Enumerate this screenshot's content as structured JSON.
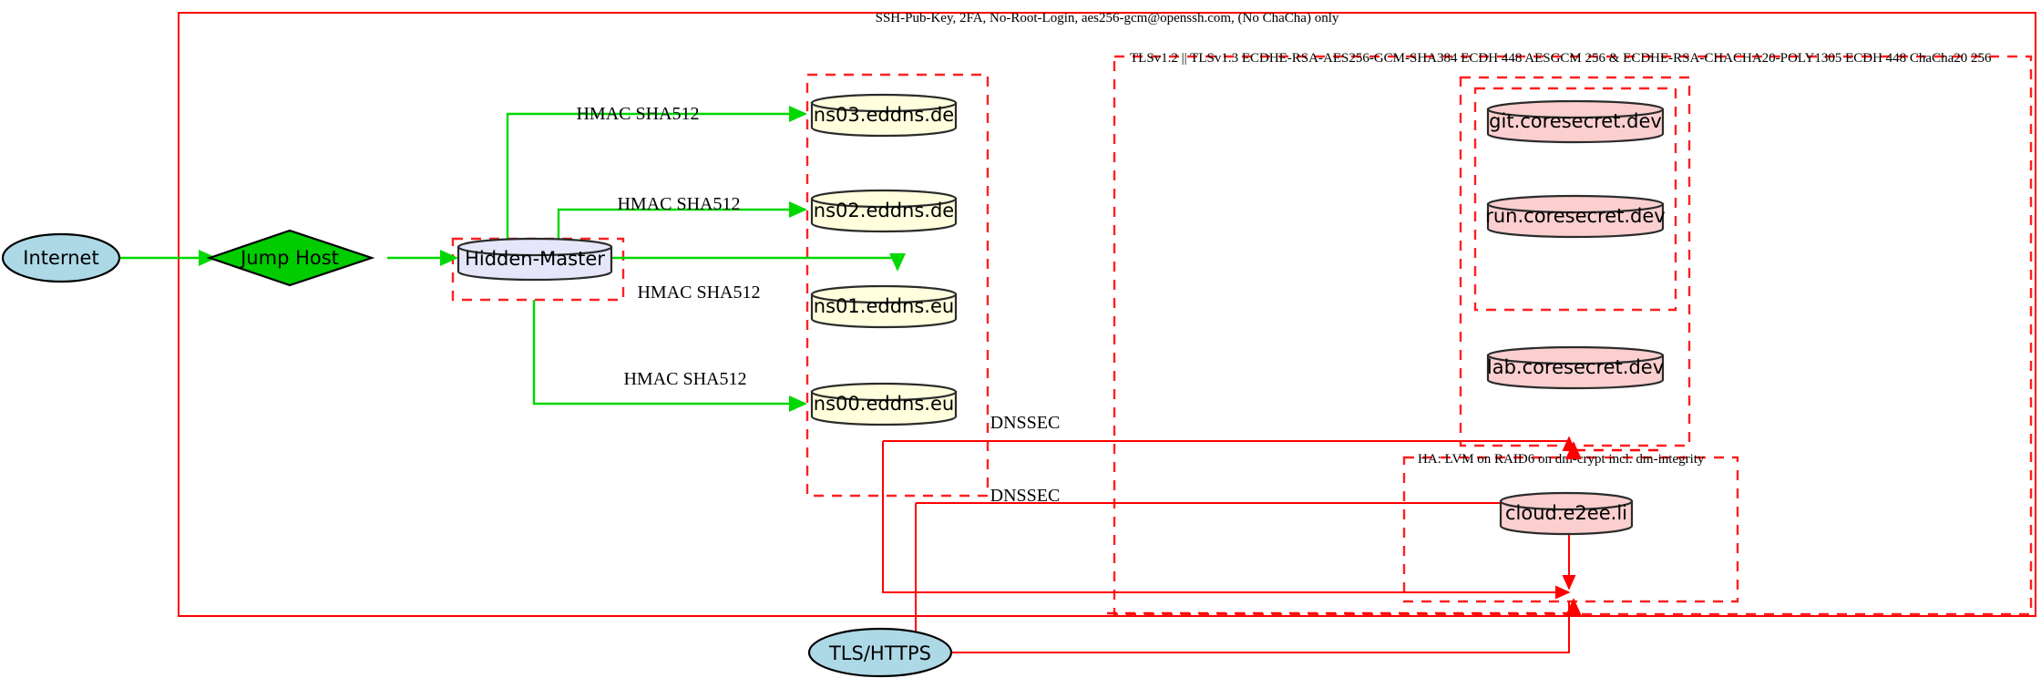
{
  "diagram": {
    "title_label": "SSH-Pub-Key, 2FA, No-Root-Login, aes256-gcm@openssh.com, (No ChaCha) only",
    "tls_cluster_label": "TLSv1.2 || TLSv1.3 ECDHE-RSA-AES256-GCM-SHA384 ECDH 448 AESGCM 256 & ECDHE-RSA-CHACHA20-POLY1305 ECDH 448 ChaCha20 256",
    "ha_cluster_label": "HA: LVM on RAID6 on dm-crypt incl. dm-integrity"
  },
  "nodes": {
    "internet": {
      "label": "Internet",
      "shape": "ellipse",
      "color": "#add8e6"
    },
    "jump_host": {
      "label": "Jump Host",
      "shape": "diamond",
      "color": "#00cc00"
    },
    "hidden_master": {
      "label": "Hidden-Master",
      "shape": "cylinder",
      "color": "#e6e6fa"
    },
    "ns03": {
      "label": "ns03.eddns.de",
      "shape": "cylinder",
      "color": "#ffffdd"
    },
    "ns02": {
      "label": "ns02.eddns.de",
      "shape": "cylinder",
      "color": "#ffffdd"
    },
    "ns01": {
      "label": "ns01.eddns.eu",
      "shape": "cylinder",
      "color": "#ffffdd"
    },
    "ns00": {
      "label": "ns00.eddns.eu",
      "shape": "cylinder",
      "color": "#ffffdd"
    },
    "git": {
      "label": "git.coresecret.dev",
      "shape": "cylinder",
      "color": "#fbcfcf"
    },
    "run": {
      "label": "run.coresecret.dev",
      "shape": "cylinder",
      "color": "#fbcfcf"
    },
    "lab": {
      "label": "lab.coresecret.dev",
      "shape": "cylinder",
      "color": "#fbcfcf"
    },
    "cloud": {
      "label": "cloud.e2ee.li",
      "shape": "cylinder",
      "color": "#fbcfcf"
    },
    "tls_https": {
      "label": "TLS/HTTPS",
      "shape": "ellipse",
      "color": "#add8e6"
    }
  },
  "edge_labels": {
    "hmac_ns03": "HMAC SHA512",
    "hmac_ns02": "HMAC SHA512",
    "hmac_ns01": "HMAC SHA512",
    "hmac_ns00": "HMAC SHA512",
    "dnssec_upper": "DNSSEC",
    "dnssec_lower": "DNSSEC"
  },
  "colors": {
    "boundary_red": "#ff0000",
    "edge_green": "#00d800",
    "node_blue": "#add8e6",
    "node_green": "#00cc00",
    "node_lavender": "#e6e6fa",
    "node_yellow": "#ffffdd",
    "node_pink": "#fbcfcf"
  }
}
